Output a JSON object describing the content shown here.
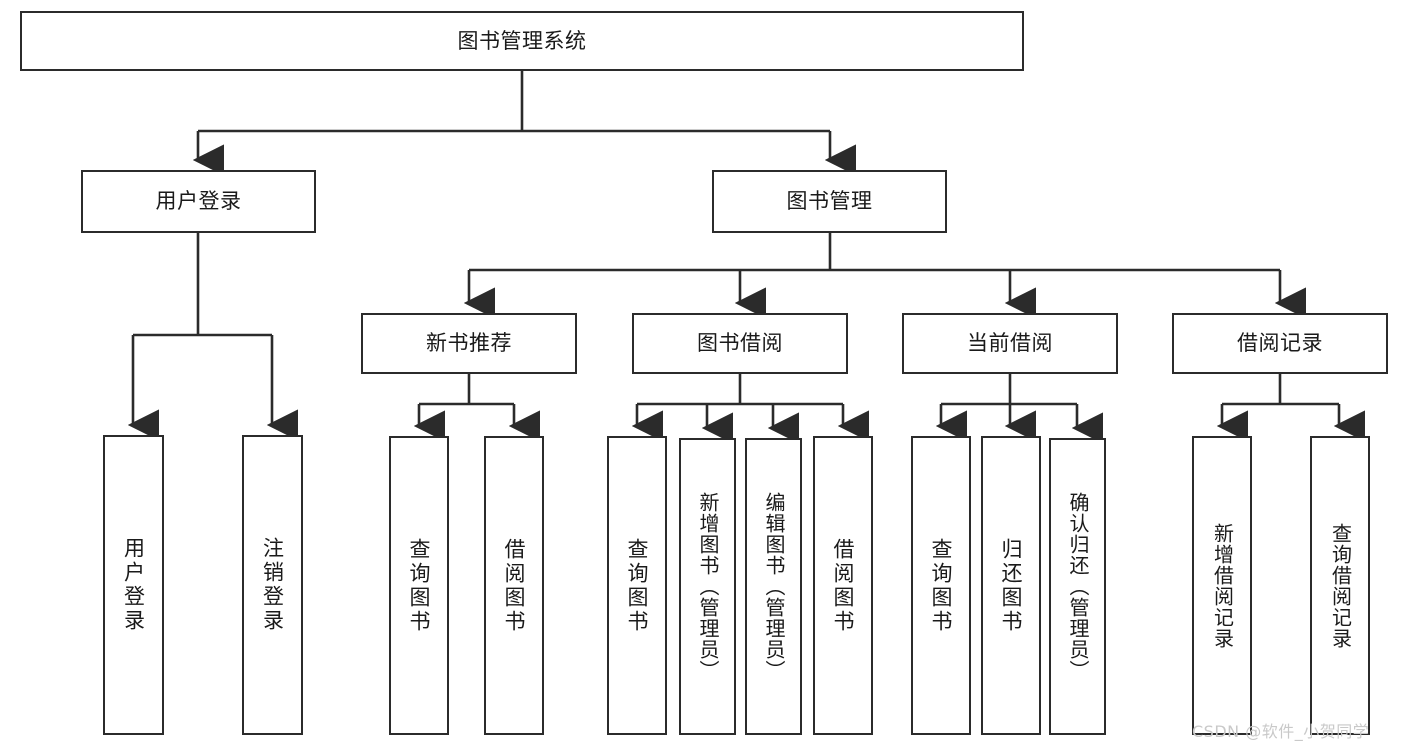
{
  "diagram": {
    "title": "图书管理系统",
    "type": "tree-hierarchy-chart",
    "style": {
      "box_fill": "#ffffff",
      "box_stroke": "#2b2b2b",
      "line_color": "#2b2b2b",
      "text_color": "#1a1a1a",
      "background": "#ffffff",
      "watermark_color": "#c9c9c9"
    }
  },
  "nodes": {
    "root": {
      "label": "图书管理系统"
    },
    "level1": [
      {
        "id": "user-login",
        "label": "用户登录"
      },
      {
        "id": "book-manage",
        "label": "图书管理"
      }
    ],
    "level2": [
      {
        "id": "new-book-recommend",
        "label": "新书推荐"
      },
      {
        "id": "book-borrow",
        "label": "图书借阅"
      },
      {
        "id": "current-borrow",
        "label": "当前借阅"
      },
      {
        "id": "borrow-record",
        "label": "借阅记录"
      }
    ],
    "leaves": {
      "user_login": [
        {
          "id": "leaf-user-login",
          "label": "用户登录"
        },
        {
          "id": "leaf-logout-login",
          "label": "注销登录"
        }
      ],
      "new_book_recommend": [
        {
          "id": "leaf-query-book-1",
          "label": "查询图书"
        },
        {
          "id": "leaf-borrow-book-1",
          "label": "借阅图书"
        }
      ],
      "book_borrow": [
        {
          "id": "leaf-query-book-2",
          "label": "查询图书"
        },
        {
          "id": "leaf-add-book",
          "label": "新增图书（管理员）"
        },
        {
          "id": "leaf-edit-book",
          "label": "编辑图书（管理员）"
        },
        {
          "id": "leaf-borrow-book-2",
          "label": "借阅图书"
        }
      ],
      "current_borrow": [
        {
          "id": "leaf-query-book-3",
          "label": "查询图书"
        },
        {
          "id": "leaf-return-book",
          "label": "归还图书"
        },
        {
          "id": "leaf-confirm-return",
          "label": "确认归还（管理员）"
        }
      ],
      "borrow_record": [
        {
          "id": "leaf-add-record",
          "label": "新增借阅记录"
        },
        {
          "id": "leaf-query-record",
          "label": "查询借阅记录"
        }
      ]
    }
  },
  "watermark": {
    "text": "CSDN @软件_小贺同学"
  }
}
